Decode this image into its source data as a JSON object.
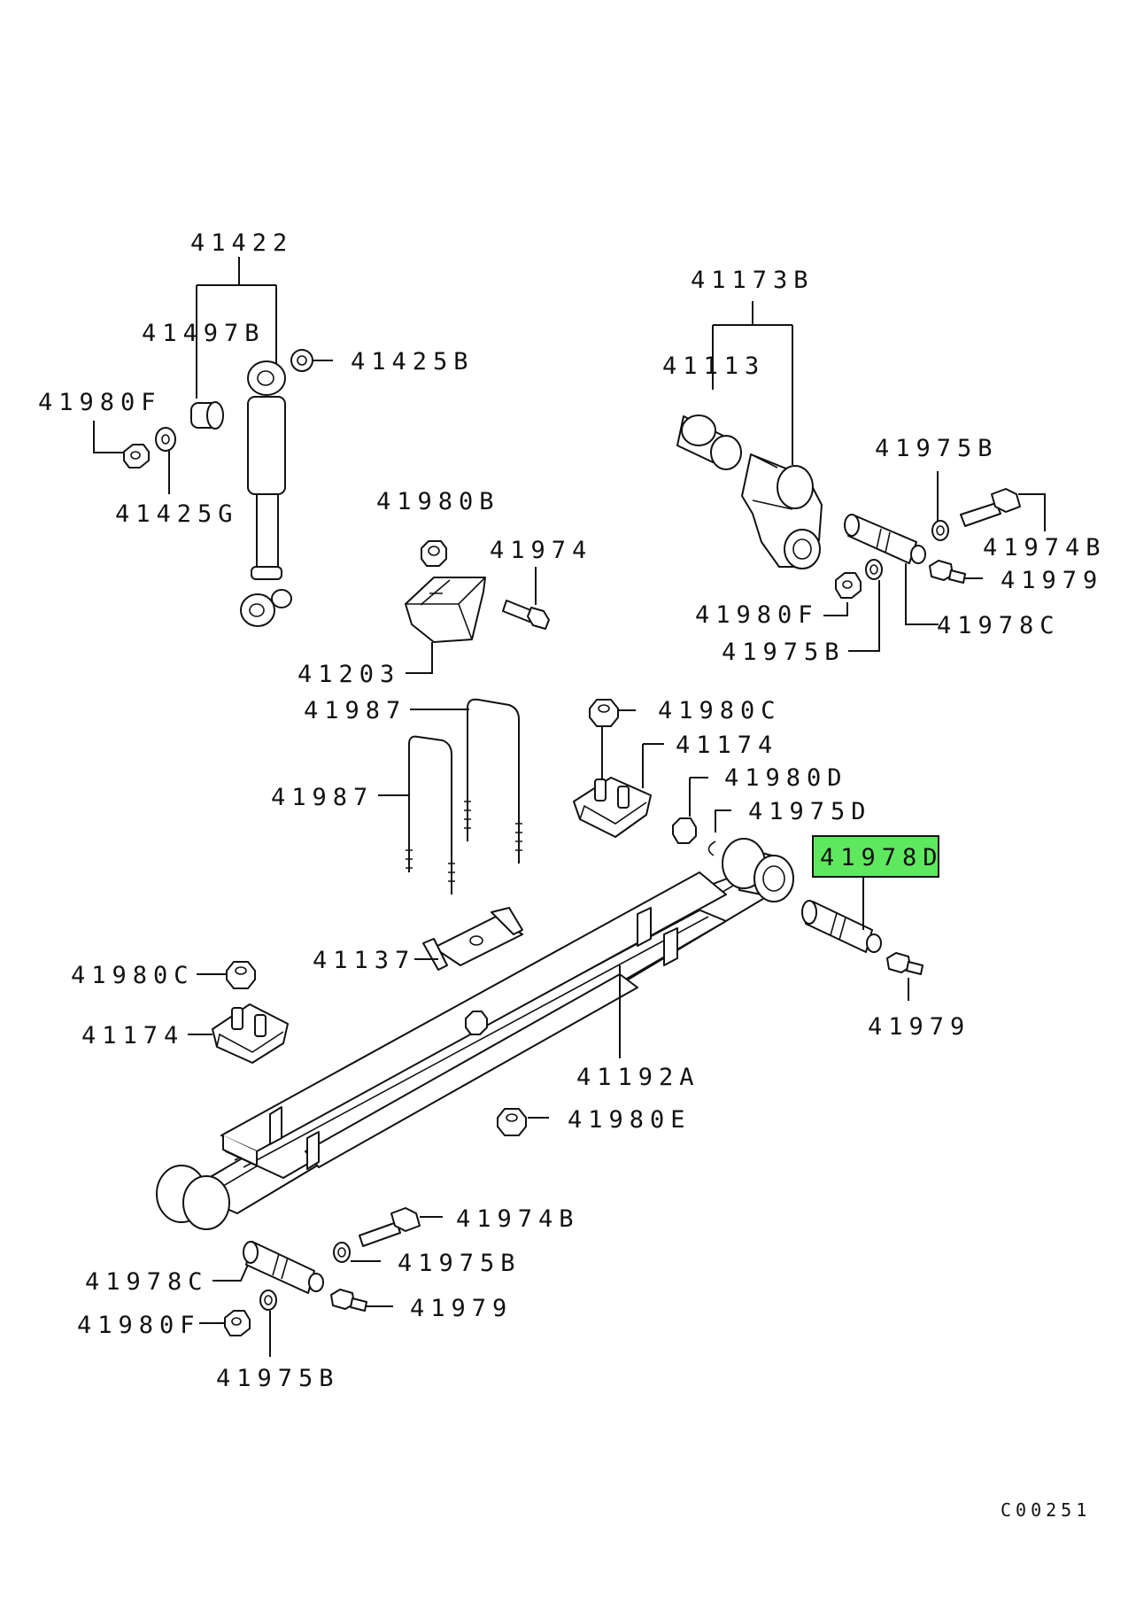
{
  "highlight_color": "#5ee85e",
  "labels": {
    "l41422": "41422",
    "l41497B": "41497B",
    "l41425B": "41425B",
    "l41980F_a": "41980F",
    "l41425G": "41425G",
    "l41980B": "41980B",
    "l41974": "41974",
    "l41203": "41203",
    "l41173B": "41173B",
    "l41113": "41113",
    "l41975B_a": "41975B",
    "l41974B_a": "41974B",
    "l41979_a": "41979",
    "l41980F_b": "41980F",
    "l41978C_a": "41978C",
    "l41975B_b": "41975B",
    "l41987_a": "41987",
    "l41987_b": "41987",
    "l41980C_a": "41980C",
    "l41174_a": "41174",
    "l41980D": "41980D",
    "l41975D": "41975D",
    "l41978D": "41978D",
    "l41137": "41137",
    "l41980C_b": "41980C",
    "l41174_b": "41174",
    "l41979_b": "41979",
    "l41192A": "41192A",
    "l41980E": "41980E",
    "l41974B_b": "41974B",
    "l41975B_c": "41975B",
    "l41978C_b": "41978C",
    "l41979_c": "41979",
    "l41980F_c": "41980F",
    "l41975B_d": "41975B",
    "code": "C00251"
  }
}
